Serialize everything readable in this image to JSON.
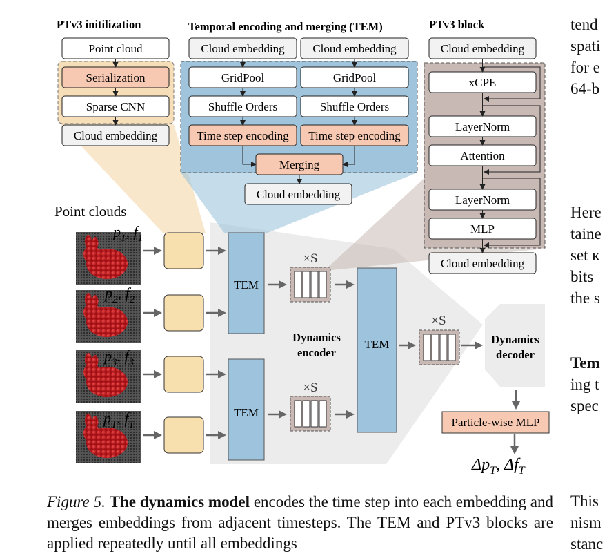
{
  "titles": {
    "init": "PTv3 initilization",
    "tem": "Temporal encoding and merging (TEM)",
    "block": "PTv3 block"
  },
  "init": {
    "point_cloud": "Point cloud",
    "serialization": "Serialization",
    "sparse_cnn": "Sparse CNN",
    "cloud_embedding": "Cloud embedding"
  },
  "tem": {
    "cloud_embedding": "Cloud embedding",
    "gridpool": "GridPool",
    "shuffle": "Shuffle Orders",
    "time_step": "Time step encoding",
    "merging": "Merging",
    "output": "Cloud embedding"
  },
  "block": {
    "input": "Cloud embedding",
    "xcpe": "xCPE",
    "layernorm": "LayerNorm",
    "attention": "Attention",
    "mlp": "MLP",
    "output": "Cloud embedding"
  },
  "main": {
    "point_clouds": "Point clouds",
    "labels": [
      "p_1, f_1",
      "p_2, f_2",
      "p_3, f_3",
      "p_T, f_T"
    ],
    "tem_label": "TEM",
    "times_s": "×S",
    "encoder": [
      "Dynamics",
      "encoder"
    ],
    "decoder": [
      "Dynamics",
      "decoder"
    ],
    "particle_mlp": "Particle-wise MLP",
    "delta": "Δp_T, Δf_T"
  },
  "caption": {
    "figure": "Figure 5.",
    "bold": "The dynamics model",
    "text": " encodes the time step into each embedding and merges embeddings from adjacent timesteps. The TEM and PTv3 blocks are applied repeatedly until all embeddings"
  },
  "side_text": {
    "top": [
      "tend",
      "spati",
      "for e",
      "64-b"
    ],
    "middle": [
      "Here",
      "taine",
      "set κ",
      "bits",
      "the s"
    ],
    "bold_word": "Tem",
    "lower": [
      "ing t",
      "spec"
    ],
    "bottom": [
      "This",
      "nism",
      "stanc"
    ]
  },
  "colors": {
    "orange_bg": "#f6dfb8",
    "orange_box": "#f7c9b3",
    "blue_bg": "#9fc4dc",
    "blue_tem": "#9ec3dd",
    "brown_bg": "#c8b9b5",
    "gray_bg": "#ececec",
    "cream_box": "#f8dfae",
    "bunny_red": "#c0141b"
  }
}
